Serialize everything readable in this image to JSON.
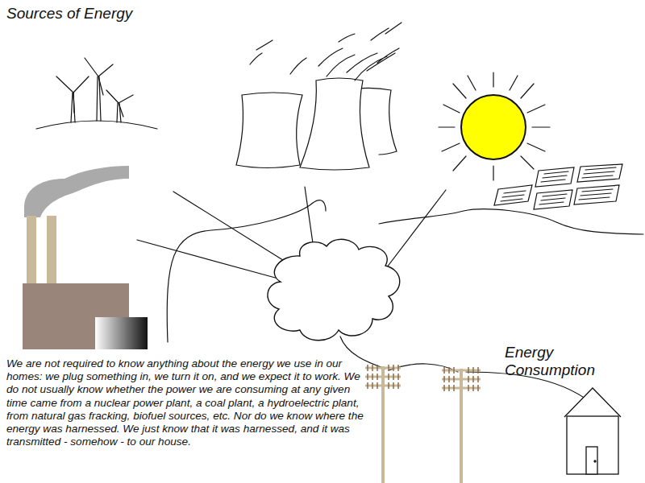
{
  "diagram": {
    "title": "Sources of Energy",
    "labels": [
      "Energy Consumption",
      "We are not required to know anything about the energy we use in our homes: we plug something in, we turn it on, and we expect it to work. We do not usually know whether the power we are consuming at any given time came from a nuclear power plant, a coal plant, a hydroelectric plant, from natural gas fracking, biofuel sources, etc. Nor do we know where the energy was harnessed. We just know that it was harnessed, and it was transmitted - somehow - to our house."
    ]
  }
}
